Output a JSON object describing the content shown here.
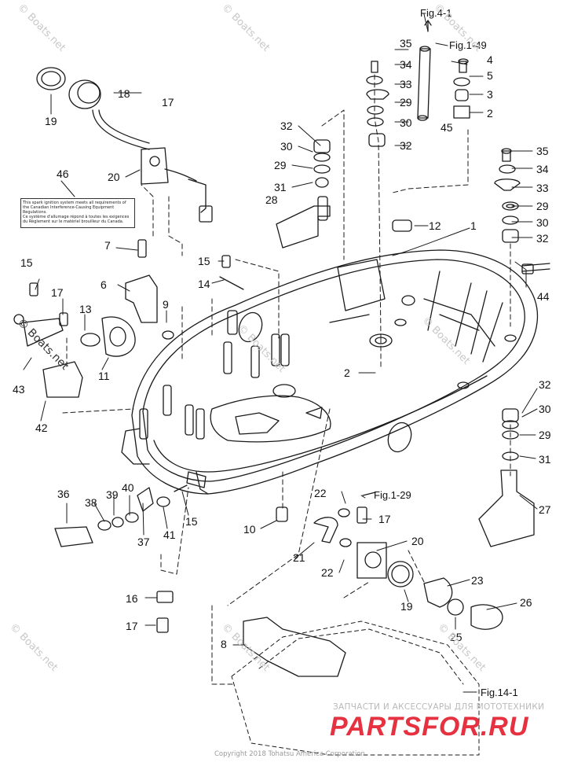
{
  "callouts": {
    "n1": "1",
    "n2a": "2",
    "n2b": "2",
    "n3": "3",
    "n4": "4",
    "n5": "5",
    "n6": "6",
    "n7": "7",
    "n8": "8",
    "n9": "9",
    "n10": "10",
    "n11": "11",
    "n12": "12",
    "n13": "13",
    "n14": "14",
    "n15a": "15",
    "n15b": "15",
    "n15c": "15",
    "n16": "16",
    "n17a": "17",
    "n17b": "17",
    "n17c": "17",
    "n17d": "17",
    "n18": "18",
    "n19a": "19",
    "n19b": "19",
    "n20a": "20",
    "n20b": "20",
    "n21": "21",
    "n22a": "22",
    "n22b": "22",
    "n23": "23",
    "n25": "25",
    "n26": "26",
    "n27": "27",
    "n28": "28",
    "n29a": "29",
    "n29b": "29",
    "n29c": "29",
    "n29d": "29",
    "n30a": "30",
    "n30b": "30",
    "n30c": "30",
    "n30d": "30",
    "n31a": "31",
    "n31b": "31",
    "n32a": "32",
    "n32b": "32",
    "n32c": "32",
    "n32d": "32",
    "n33a": "33",
    "n33b": "33",
    "n34a": "34",
    "n34b": "34",
    "n35a": "35",
    "n35b": "35",
    "n36": "36",
    "n37": "37",
    "n38": "38",
    "n39": "39",
    "n40": "40",
    "n41": "41",
    "n42": "42",
    "n43": "43",
    "n44": "44",
    "n45": "45",
    "n46": "46"
  },
  "figure_refs": {
    "fig4_1": "Fig.4-1",
    "fig1_49": "Fig.1-49",
    "fig1_29": "Fig.1-29",
    "fig14_1": "Fig.14-1"
  },
  "notice_label": {
    "line1": "This spark ignition system meets all requirements of",
    "line2": "the Canadian Interference-Causing Equipment Regulations.",
    "line3": "Ce système d'allumage répond à toutes les exigences",
    "line4": "du Règlement sur le matériel brouilleur du Canada."
  },
  "watermark_text": "© Boats.net",
  "promo_text": "ЗАПЧАСТИ И АКСЕССУАРЫ ДЛЯ МОТОТЕХНИКИ",
  "brand_text": "PARTSFOR.RU",
  "copyright_text": "Copyright 2018 Tohatsu America Corporation",
  "colors": {
    "line": "#1a1a1a",
    "brand": "#e31b2c",
    "watermark": "#c8c8c8"
  }
}
